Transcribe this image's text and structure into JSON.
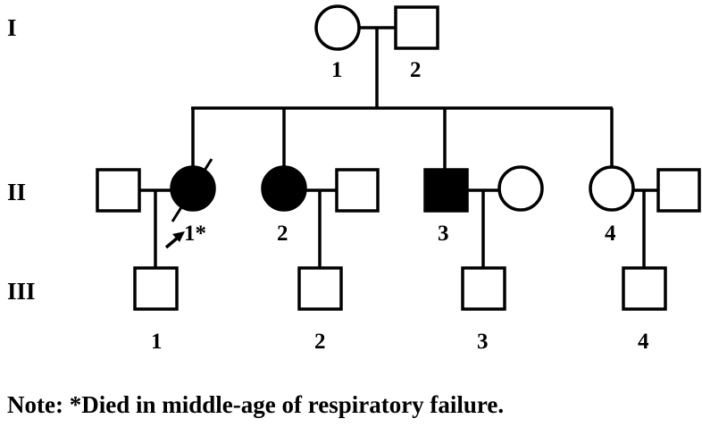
{
  "generations": [
    "I",
    "II",
    "III"
  ],
  "members": {
    "I-1": {
      "label": "1",
      "sex": "female",
      "affected": false
    },
    "I-2": {
      "label": "2",
      "sex": "male",
      "affected": false
    },
    "II-1-spouse": {
      "label": "",
      "sex": "male",
      "affected": false
    },
    "II-1": {
      "label": "1*",
      "sex": "female",
      "affected": true,
      "deceased": true,
      "proband": true
    },
    "II-2": {
      "label": "2",
      "sex": "female",
      "affected": true
    },
    "II-2-spouse": {
      "label": "",
      "sex": "male",
      "affected": false
    },
    "II-3": {
      "label": "3",
      "sex": "male",
      "affected": true
    },
    "II-3-spouse": {
      "label": "",
      "sex": "female",
      "affected": false
    },
    "II-4": {
      "label": "4",
      "sex": "female",
      "affected": false
    },
    "II-4-spouse": {
      "label": "",
      "sex": "male",
      "affected": false
    },
    "III-1": {
      "label": "1",
      "sex": "male",
      "affected": false
    },
    "III-2": {
      "label": "2",
      "sex": "male",
      "affected": false
    },
    "III-3": {
      "label": "3",
      "sex": "male",
      "affected": false
    },
    "III-4": {
      "label": "4",
      "sex": "male",
      "affected": false
    }
  },
  "note": "Note: *Died in middle-age of respiratory failure.",
  "colors": {
    "affected": "#000000",
    "unaffected": "#ffffff",
    "line": "#000000"
  }
}
